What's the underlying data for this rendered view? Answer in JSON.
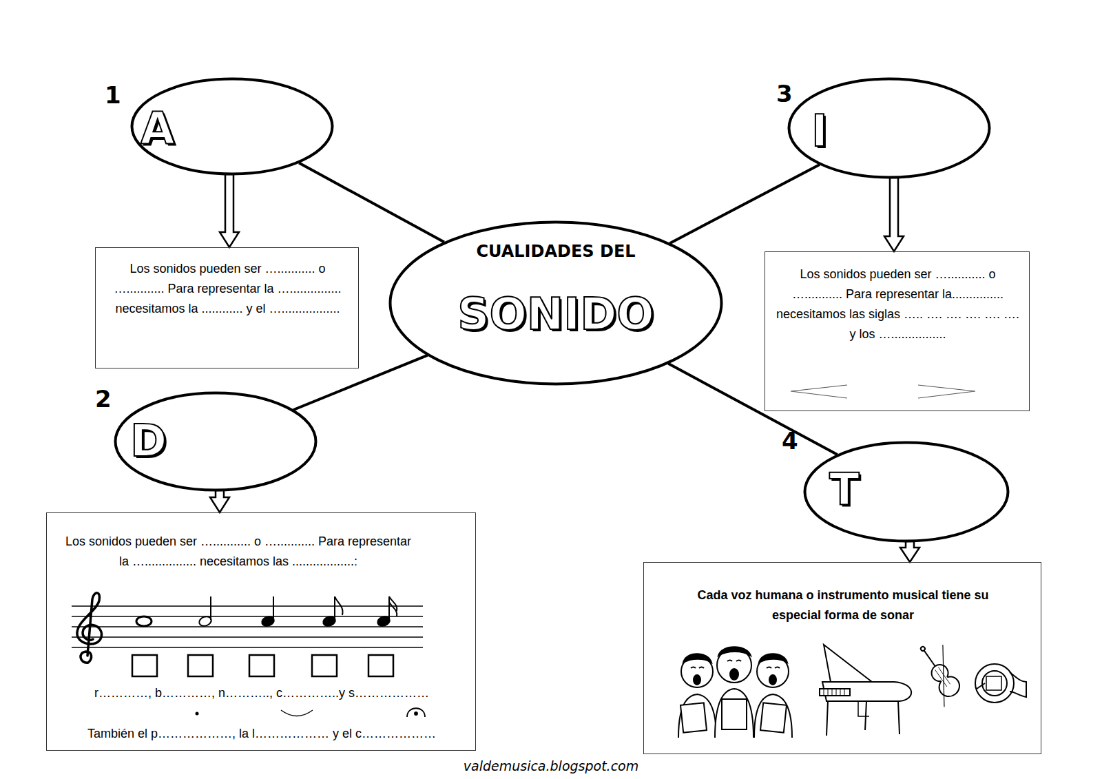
{
  "diagram": {
    "nodes": [
      {
        "text": [
          "CUALIDADES DEL",
          "SONIDO"
        ]
      },
      {
        "text": [
          "A"
        ]
      },
      {
        "text": [
          "Los sonidos pueden ser …........... o …........... Para representar la …............... necesitamos la ............ y el …................."
        ]
      },
      {
        "text": [
          "I"
        ]
      },
      {
        "text": [
          "Los sonidos pueden ser …........... o …........... Para representar la............... necesitamos las siglas ….. …. …. …. …. …. y los …................"
        ]
      },
      {
        "text": [
          "D"
        ]
      },
      {
        "text": [
          "Los sonidos pueden ser …........... o …........... Para representar la …............... necesitamos las ..................:",
          "r…………, b…………, n……….., c…………..y s………………",
          "También el p………………, la l……………… y el c………………"
        ]
      },
      {
        "text": [
          "T"
        ]
      },
      {
        "text": [
          "Cada voz humana o instrumento musical tiene su especial forma de sonar"
        ]
      }
    ],
    "edges": [
      {
        "from": 0,
        "to": 1,
        "arrow": "none"
      },
      {
        "from": 0,
        "to": 3,
        "arrow": "none"
      },
      {
        "from": 0,
        "to": 5,
        "arrow": "none"
      },
      {
        "from": 0,
        "to": 7,
        "arrow": "none"
      },
      {
        "from": 1,
        "to": 2,
        "arrow": "to"
      },
      {
        "from": 3,
        "to": 4,
        "arrow": "to"
      },
      {
        "from": 5,
        "to": 6,
        "arrow": "to"
      },
      {
        "from": 7,
        "to": 8,
        "arrow": "to"
      }
    ],
    "labels": [
      "1",
      "3",
      "2",
      "4",
      "valdemusica.blogspot.com"
    ]
  }
}
